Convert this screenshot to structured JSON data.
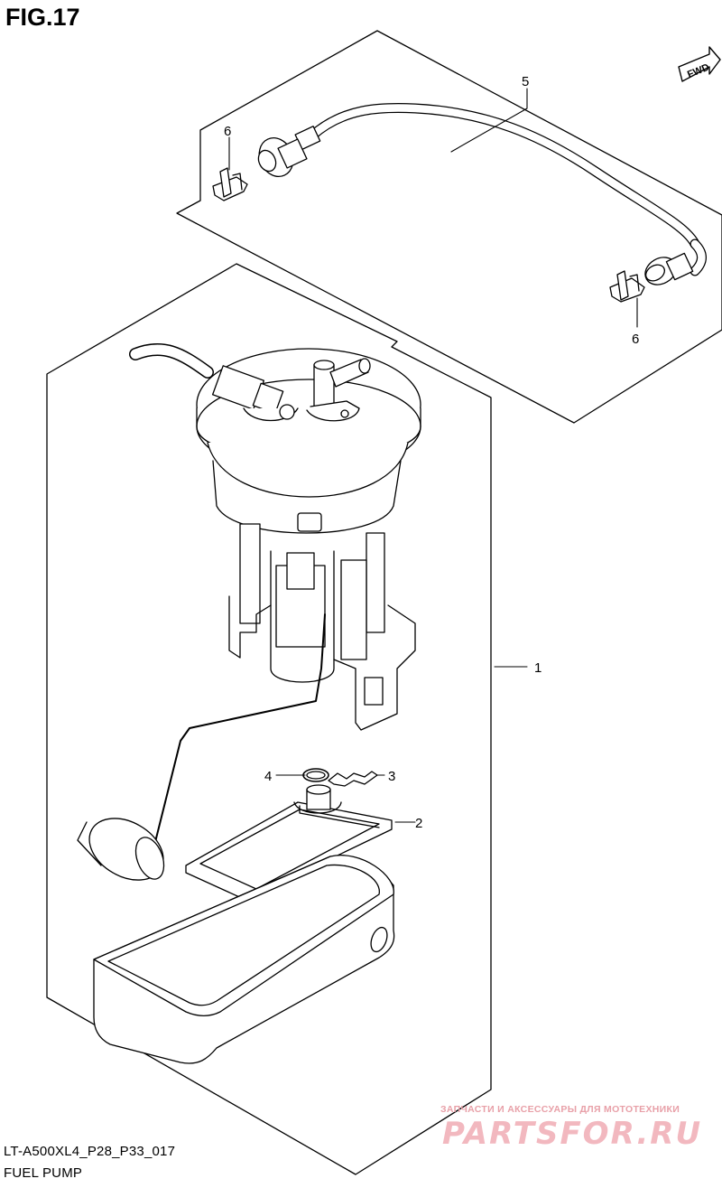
{
  "figure": {
    "title": "FIG.17",
    "fwd_label": "FWD"
  },
  "callouts": [
    "1",
    "2",
    "3",
    "4",
    "5",
    "6",
    "6"
  ],
  "footer": {
    "model_code": "LT-A500XL4_P28_P33_017",
    "section_name": "FUEL PUMP"
  },
  "watermark": {
    "tagline": "ЗАПЧАСТИ И АКСЕССУАРЫ ДЛЯ МОТОТЕХНИКИ",
    "logo_text": "PARTSFOR.RU"
  }
}
